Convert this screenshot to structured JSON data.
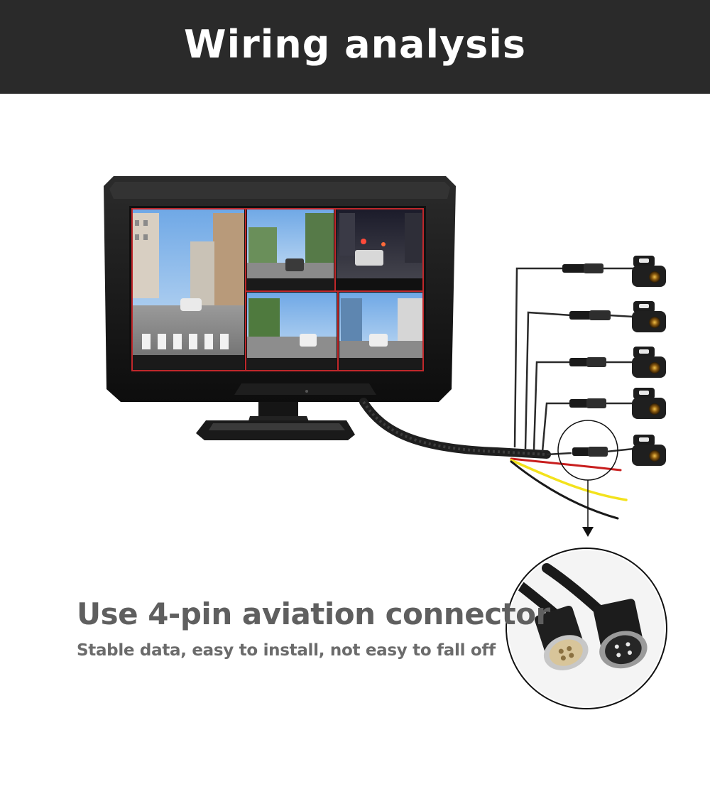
{
  "header": {
    "title": "Wiring analysis"
  },
  "caption": {
    "title": "Use 4-pin aviation connector",
    "subtitle": "Stable data, easy to install, not easy to fall off"
  },
  "colors": {
    "header_bg": "#2a2a2a",
    "screen_border": "#c0282b",
    "wire_red": "#c81e1e",
    "wire_yellow": "#f3e21c",
    "wire_black": "#1a1a1a"
  },
  "icons": [
    "monitor",
    "camera",
    "aviation-connector",
    "arrow-down"
  ]
}
